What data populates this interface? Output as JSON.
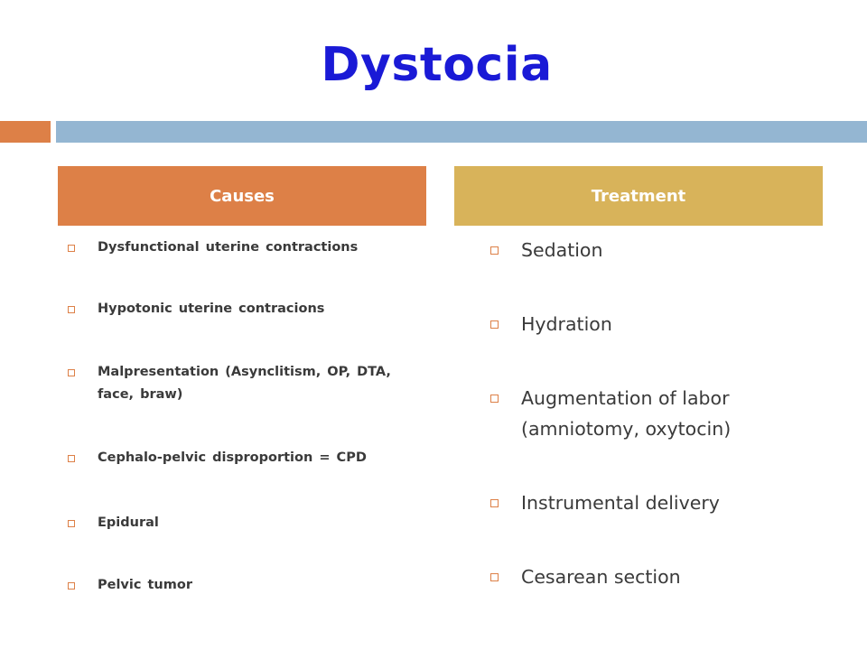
{
  "slide": {
    "title": "Dystocia",
    "colors": {
      "title": "#1a1ad6",
      "accent_orange": "#dd8047",
      "accent_blue": "#94b6d2",
      "accent_gold": "#d8b35a"
    }
  },
  "causes": {
    "header": "Causes",
    "items": [
      "Dysfunctional uterine contractions",
      "Hypotonic uterine contracions",
      "Malpresentation (Asynclitism, OP, DTA, face, braw)",
      "Cephalo-pelvic disproportion = CPD",
      "Epidural",
      "Pelvic tumor"
    ]
  },
  "treatment": {
    "header": "Treatment",
    "items": [
      "Sedation",
      "Hydration",
      "Augmentation of labor (amniotomy, oxytocin)",
      "Instrumental delivery",
      "Cesarean section"
    ]
  }
}
